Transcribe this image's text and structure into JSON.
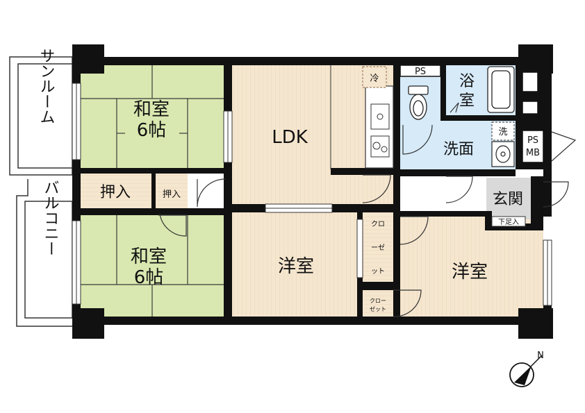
{
  "rooms": {
    "sunroom": "サンルーム",
    "balcony": "バルコニー",
    "washitsu1_name": "和室",
    "washitsu1_size": "6帖",
    "oshiire1": "押入",
    "oshiire2": "押入",
    "washitsu2_name": "和室",
    "washitsu2_size": "6帖",
    "ldk": "LDK",
    "fridge": "冷",
    "ps_top": "PS",
    "bath_1": "浴",
    "bath_2": "室",
    "wash_machine": "洗",
    "senmen": "洗面",
    "ps_mb_1": "PS",
    "ps_mb_2": "MB",
    "genkan": "玄関",
    "shitasokuire": "下足入",
    "closet1_1": "クロ",
    "closet1_2": "ーゼ",
    "closet1_3": "ット",
    "closet2_1": "クロー",
    "closet2_2": "ゼット",
    "youshitsu1": "洋室",
    "youshitsu2": "洋室",
    "north": "N"
  },
  "colors": {
    "tatami": "#d9e8b0",
    "wood": "#f5e6cf",
    "wet": "#d6eaf8",
    "genkan": "#d9d9d9",
    "wall": "#111111"
  }
}
